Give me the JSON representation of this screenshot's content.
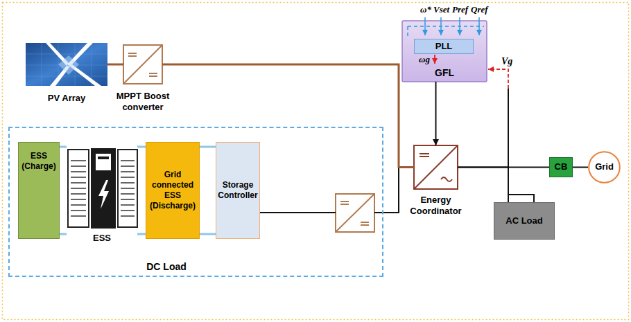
{
  "diagram": {
    "nodes": [
      {
        "text": [
          "PV Array"
        ]
      },
      {
        "text": [
          "MPPT Boost converter"
        ]
      },
      {
        "text": [
          "GFL"
        ]
      },
      {
        "text": [
          "PLL"
        ],
        "in": 2
      },
      {
        "text": [
          "Energy Coordinator"
        ]
      },
      {
        "text": [
          "CB"
        ]
      },
      {
        "text": [
          "Grid"
        ]
      },
      {
        "text": [
          "AC Load"
        ]
      },
      {
        "text": [
          "DC Load"
        ]
      },
      {
        "text": [
          "ESS (Charge)"
        ],
        "in": 8
      },
      {
        "text": [
          "ESS"
        ],
        "in": 8
      },
      {
        "text": [
          "Grid connected ESS (Discharge)"
        ],
        "in": 8
      },
      {
        "text": [
          "Storage Controller"
        ],
        "in": 8
      }
    ],
    "edges": [
      {
        "from": 0,
        "to": 1,
        "arrow": "none"
      },
      {
        "from": 1,
        "to": 4,
        "arrow": "none"
      },
      {
        "from": 2,
        "to": 4,
        "arrow": "to"
      },
      {
        "from": 4,
        "to": 5,
        "arrow": "none"
      },
      {
        "from": 5,
        "to": 6,
        "arrow": "none"
      },
      {
        "from": 4,
        "to": 7,
        "arrow": "none"
      },
      {
        "from": 9,
        "to": 10,
        "arrow": "none"
      },
      {
        "from": 10,
        "to": 11,
        "arrow": "none"
      },
      {
        "from": 11,
        "to": 12,
        "arrow": "none"
      }
    ],
    "labels": [
      "ω*",
      "Vset",
      "Pref",
      "Qref",
      "ωg",
      "Vg"
    ]
  }
}
